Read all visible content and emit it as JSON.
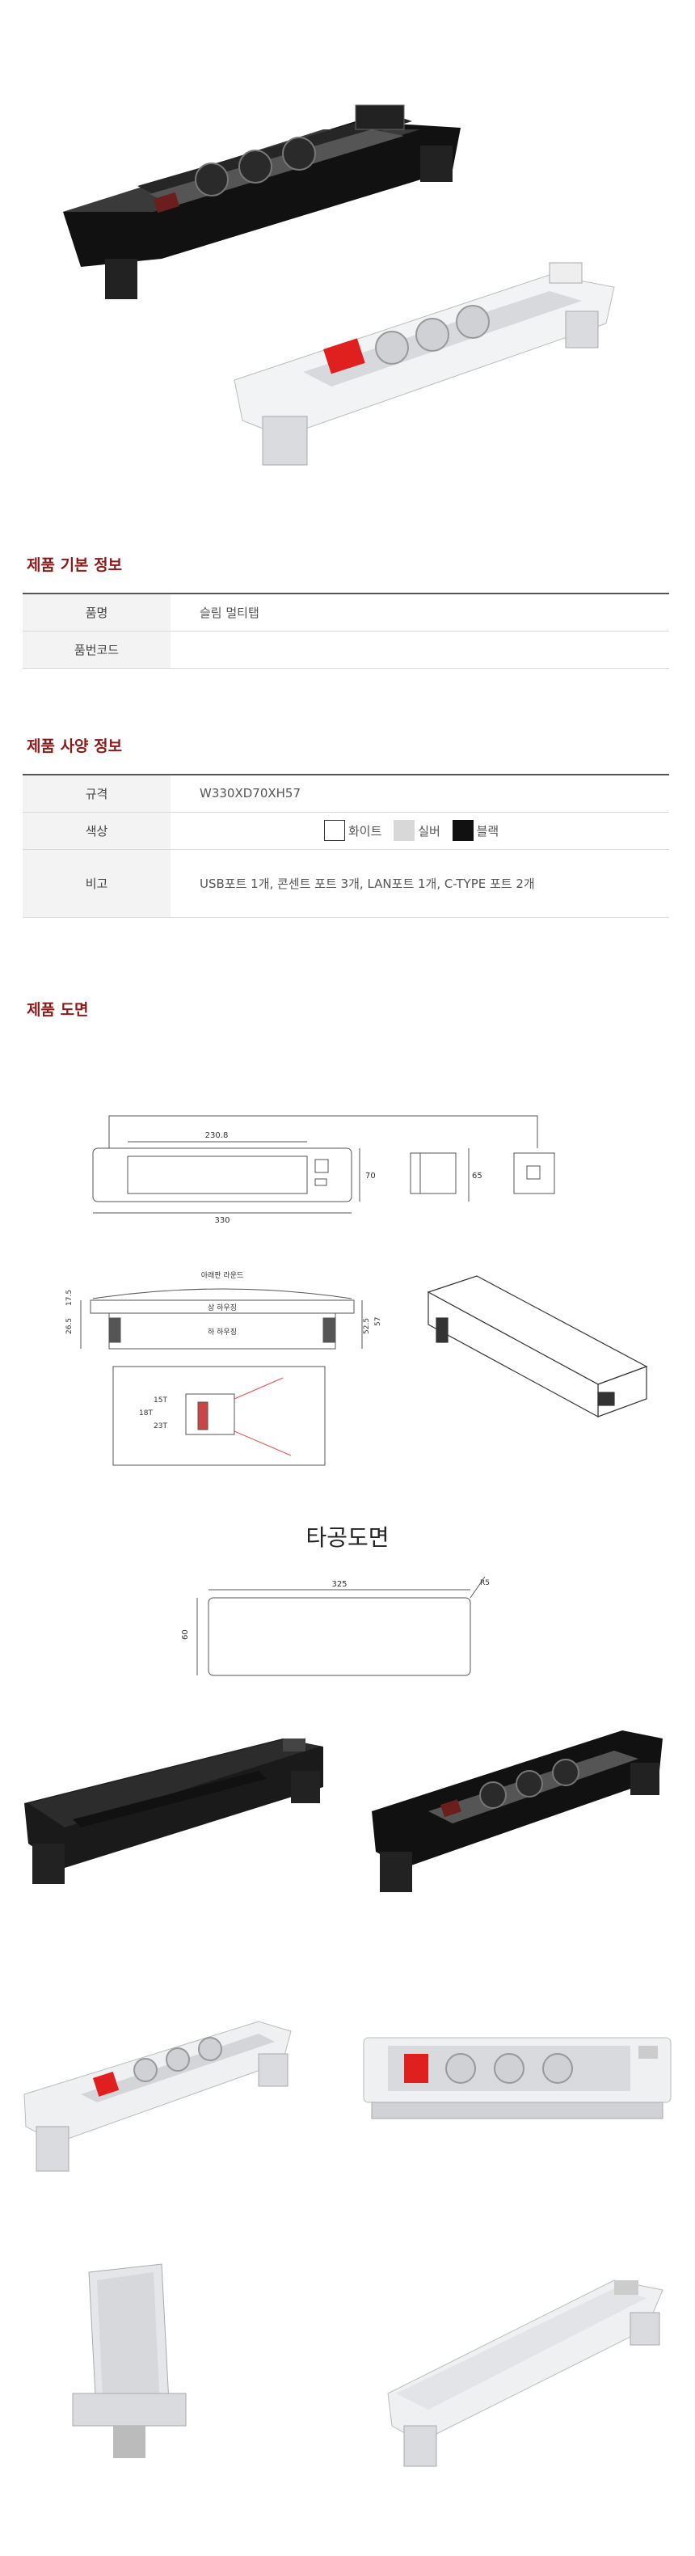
{
  "basic_info": {
    "title": "제품 기본 정보",
    "rows": [
      {
        "label": "품명",
        "value": "슬림 멀티탭"
      },
      {
        "label": "품번코드",
        "value": ""
      }
    ]
  },
  "spec_info": {
    "title": "제품 사양 정보",
    "size_label": "규격",
    "size_value": "W330XD70XH57",
    "color_label": "색상",
    "colors": [
      {
        "name": "화이트",
        "hex": "#ffffff"
      },
      {
        "name": "실버",
        "hex": "#d8d8d8"
      },
      {
        "name": "블랙",
        "hex": "#111111"
      }
    ],
    "note_label": "비고",
    "note_value": "USB포트 1개, 콘센트 포트 3개, LAN포트 1개, C-TYPE 포트 2개"
  },
  "drawing": {
    "title": "제품 도면",
    "dim_230": "230.8",
    "dim_330": "330",
    "dim_70": "70",
    "dim_65": "65",
    "upper_label": "아래판 라운드",
    "cover_top": "상 하우징",
    "cover_bottom": "하 하우징",
    "dim_26": "26.5",
    "dim_175": "17.5",
    "dim_525": "52.5",
    "dim_57": "57",
    "thick_15": "15T",
    "thick_18": "18T",
    "thick_23": "23T"
  },
  "cutout": {
    "title": "타공도면",
    "dim_325": "325",
    "dim_60": "60",
    "dim_r": "R5"
  },
  "colors": {
    "accent": "#8b1a1a",
    "black_body": "#1c1c1c",
    "silver_body": "#e4e6ea",
    "red_switch": "#e0201e"
  }
}
